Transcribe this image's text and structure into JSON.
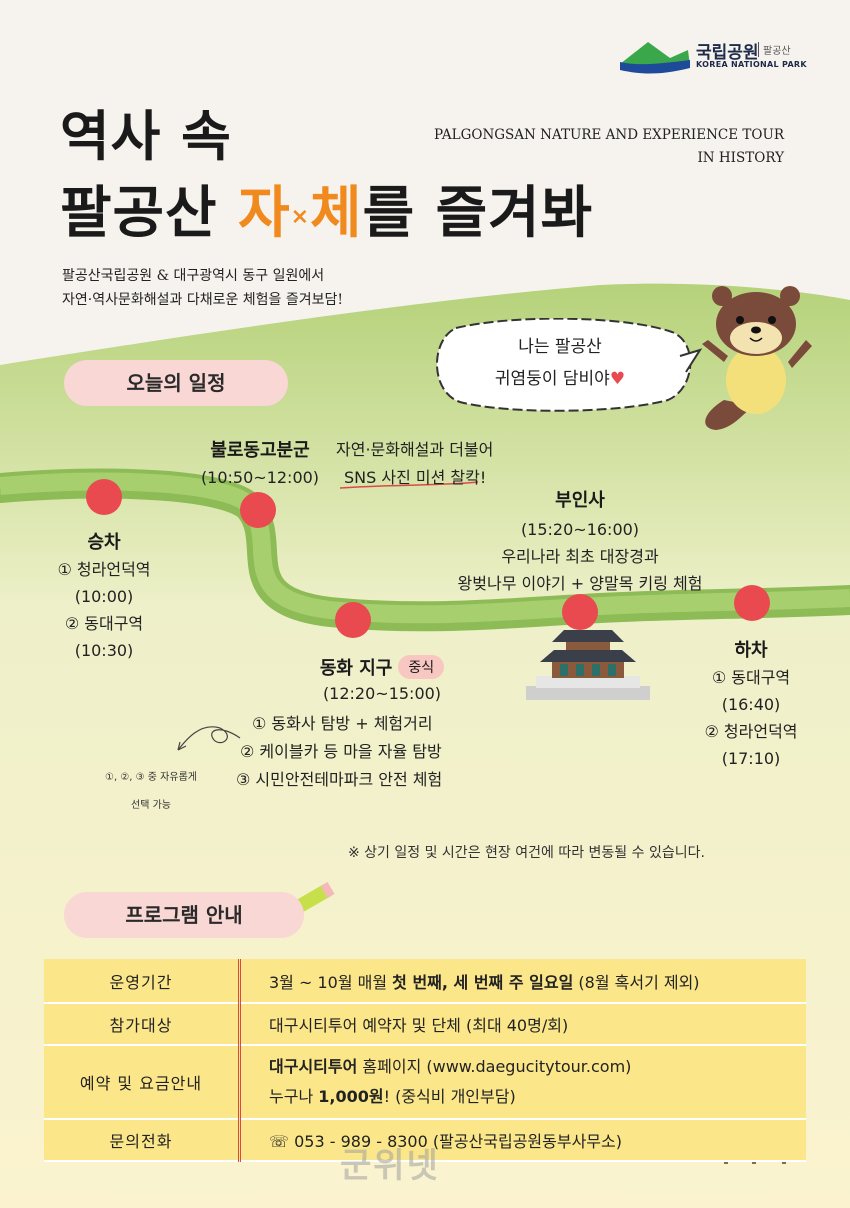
{
  "header": {
    "logo_ko": "국립공원",
    "logo_sub": "팔공산",
    "logo_en": "KOREA NATIONAL PARK",
    "title_line1": "역사 속",
    "title_line2_a": "팔공산 ",
    "title_line2_hl1": "자",
    "title_line2_x": "×",
    "title_line2_hl2": "체",
    "title_line2_b": "를 즐겨봐",
    "en_title_line1": "PALGONGSAN NATURE AND EXPERIENCE TOUR",
    "en_title_line2": "IN HISTORY"
  },
  "intro": {
    "line1": "팔공산국립공원 & 대구광역시 동구 일원에서",
    "line2": "자연·역사문화해설과 다채로운 체험을 즐겨보담!"
  },
  "bubble": {
    "line1": "나는 팔공산",
    "line2": "귀염둥이 담비야",
    "heart": "♥"
  },
  "schedule": {
    "heading": "오늘의 일정",
    "boarding": {
      "name": "승차",
      "l1": "① 청라언덕역",
      "l2": "(10:00)",
      "l3": "② 동대구역",
      "l4": "(10:30)"
    },
    "bulro": {
      "name": "불로동고분군",
      "time": "(10:50~12:00)",
      "desc1": "자연·문화해설과 더불어",
      "desc2": "SNS 사진 미션 찰칵!"
    },
    "buin": {
      "name": "부인사",
      "time": "(15:20~16:00)",
      "desc1": "우리나라 최초 대장경과",
      "desc2": "왕벚나무 이야기 + 양말목 키링 체험"
    },
    "donghwa": {
      "name": "동화 지구",
      "badge": "중식",
      "time": "(12:20~15:00)",
      "items": [
        "① 동화사 탐방 + 체험거리",
        "② 케이블카 등 마을 자율 탐방",
        "③ 시민안전테마파크 안전 체험"
      ]
    },
    "alight": {
      "name": "하차",
      "l1": "① 동대구역",
      "l2": "(16:40)",
      "l3": "② 청라언덕역",
      "l4": "(17:10)"
    },
    "free_note1": "①, ②, ③ 중 자유롭게",
    "free_note2": "선택 가능",
    "note": "※ 상기 일정 및 시간은 현장 여건에 따라 변동될 수 있습니다."
  },
  "program": {
    "heading": "프로그램 안내",
    "rows": [
      {
        "label": "운영기간",
        "value_a": "3월 ~ 10월 매월 ",
        "value_bold": "첫 번째, 세 번째 주 일요일",
        "value_b": " (8월 혹서기 제외)"
      },
      {
        "label": "참가대상",
        "value": "대구시티투어 예약자 및 단체 (최대 40명/회)"
      },
      {
        "label": "예약 및 요금안내",
        "value1_bold": "대구시티투어",
        "value1": " 홈페이지 (www.daegucitytour.com)",
        "value2_a": "누구나 ",
        "value2_bold": "1,000원",
        "value2_b": "! (중식비 개인부담)"
      },
      {
        "label": "문의전화",
        "value": "☏ 053 - 989 - 8300 (팔공산국립공원동부사무소)"
      }
    ]
  },
  "watermark": "군위넷",
  "colors": {
    "accent_orange": "#f08a1e",
    "pill_pink": "#f8d7d4",
    "stop_red": "#e84a4f",
    "table_yellow": "#fbe789",
    "hill_green": "#a6c96a"
  }
}
